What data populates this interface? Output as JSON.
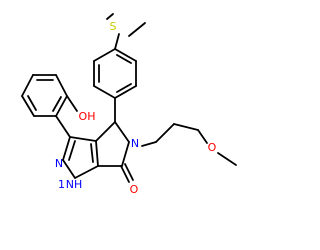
{
  "colors": {
    "background": "#ffffff",
    "bond": "#000000",
    "carbon_label": "#000000",
    "oxygen": "#ff0000",
    "nitrogen": "#0000ff",
    "sulfur": "#cccc00"
  },
  "atoms": {
    "sulfur": "S",
    "phenol_oxygen": "OH",
    "ether_oxygen": "O",
    "lactam_oxygen": "O",
    "lactam_nitrogen": "N",
    "pyrazole_n2": "N",
    "pyrazole_nh": "NH",
    "pyrazole_nh_prefix": "1"
  }
}
